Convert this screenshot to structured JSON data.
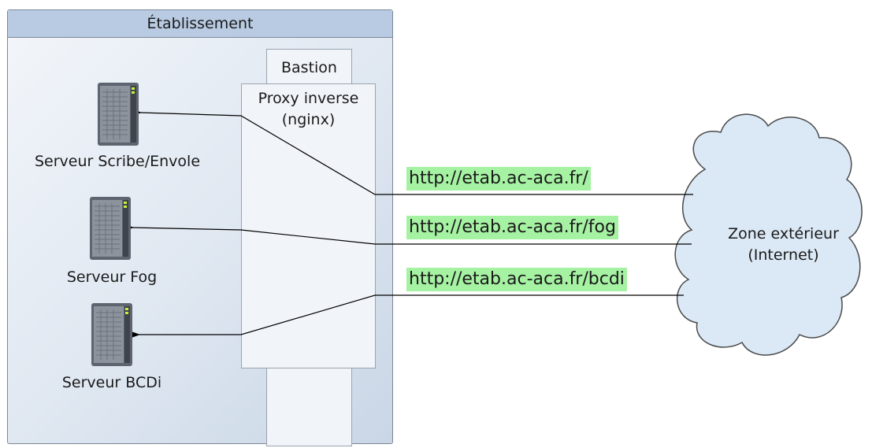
{
  "etablissement": {
    "title": "Établissement"
  },
  "bastion": {
    "label": "Bastion"
  },
  "proxy": {
    "line1": "Proxy inverse",
    "line2": "(nginx)"
  },
  "servers": [
    {
      "label": "Serveur Scribe/Envole",
      "icon": "server-tower-icon"
    },
    {
      "label": "Serveur Fog",
      "icon": "server-tower-icon"
    },
    {
      "label": "Serveur BCDi",
      "icon": "server-tower-icon"
    }
  ],
  "urls": [
    "http://etab.ac-aca.fr/",
    "http://etab.ac-aca.fr/fog",
    "http://etab.ac-aca.fr/bcdi"
  ],
  "zone": {
    "line1": "Zone extérieur",
    "line2": "(Internet)",
    "icon": "cloud-icon"
  },
  "colors": {
    "header": "#b9cbe3",
    "url_highlight": "#a6f2a3",
    "cloud_fill": "#dbe8f5"
  }
}
